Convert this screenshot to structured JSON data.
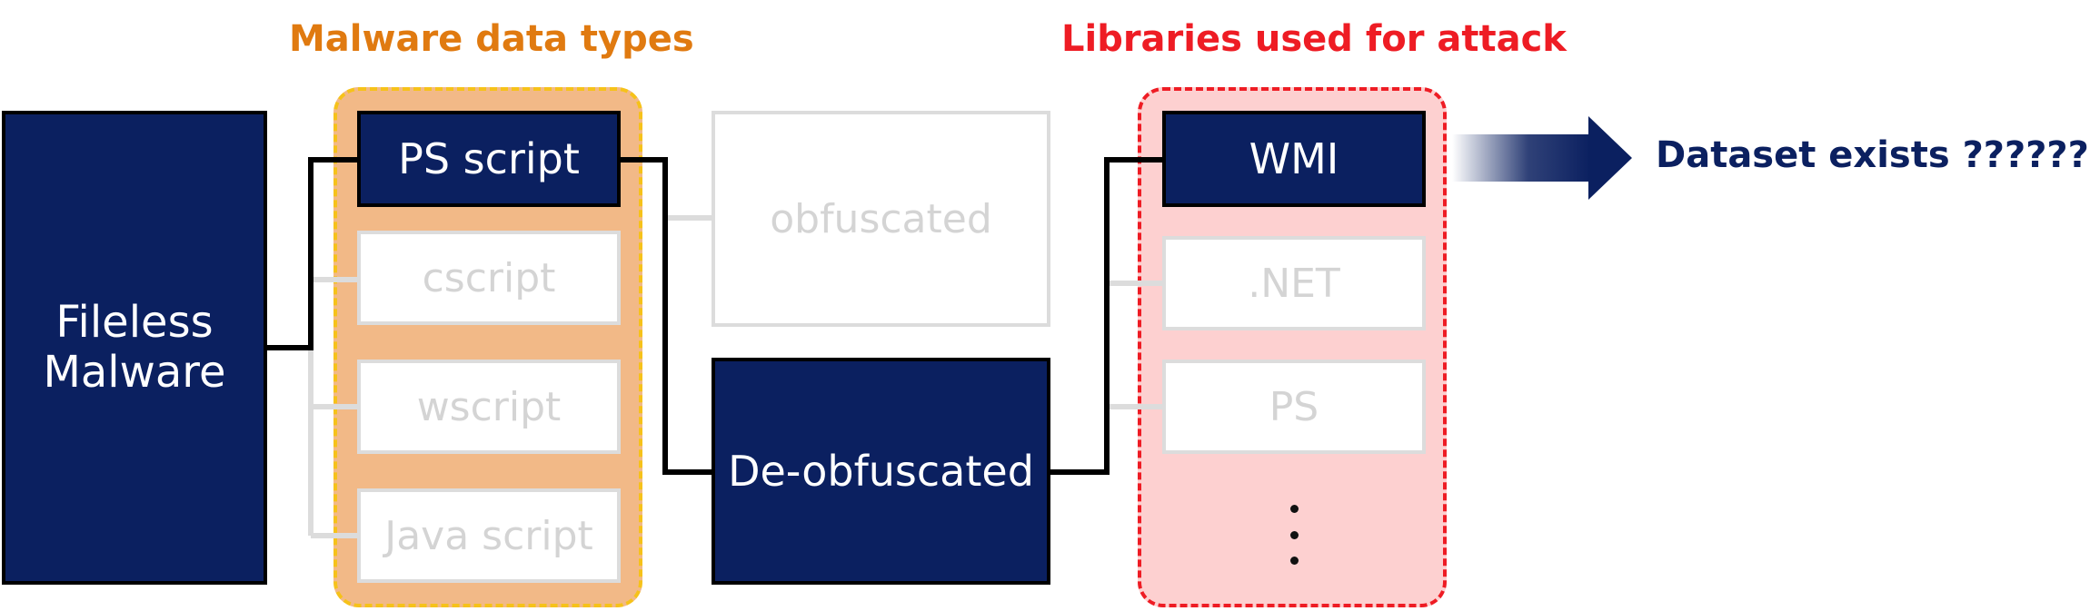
{
  "root": {
    "label_line1": "Fileless",
    "label_line2": "Malware"
  },
  "groups": {
    "data_types": {
      "title": "Malware data types",
      "title_color": "#e07a10",
      "fill": "#f2b987",
      "border": "#f6c21a",
      "items": [
        {
          "label": "PS script",
          "active": true
        },
        {
          "label": "cscript",
          "active": false
        },
        {
          "label": "wscript",
          "active": false
        },
        {
          "label": "Java script",
          "active": false
        }
      ]
    },
    "obfuscation": {
      "items": [
        {
          "label": "obfuscated",
          "active": false
        },
        {
          "label": "De-obfuscated",
          "active": true
        }
      ]
    },
    "libraries": {
      "title": "Libraries used for attack",
      "title_color": "#ee1c24",
      "fill": "#fdd0d0",
      "border": "#ee1c24",
      "items": [
        {
          "label": "WMI",
          "active": true
        },
        {
          "label": ".NET",
          "active": false
        },
        {
          "label": "PS",
          "active": false
        }
      ]
    }
  },
  "result": {
    "label": "Dataset exists ??????"
  },
  "colors": {
    "active_fill": "#0b2060",
    "inactive_text": "#d4d4d4",
    "active_line": "#000000",
    "inactive_line": "#dcdcdc"
  },
  "icons": [
    "arrow-right-icon",
    "vertical-ellipsis-icon"
  ]
}
